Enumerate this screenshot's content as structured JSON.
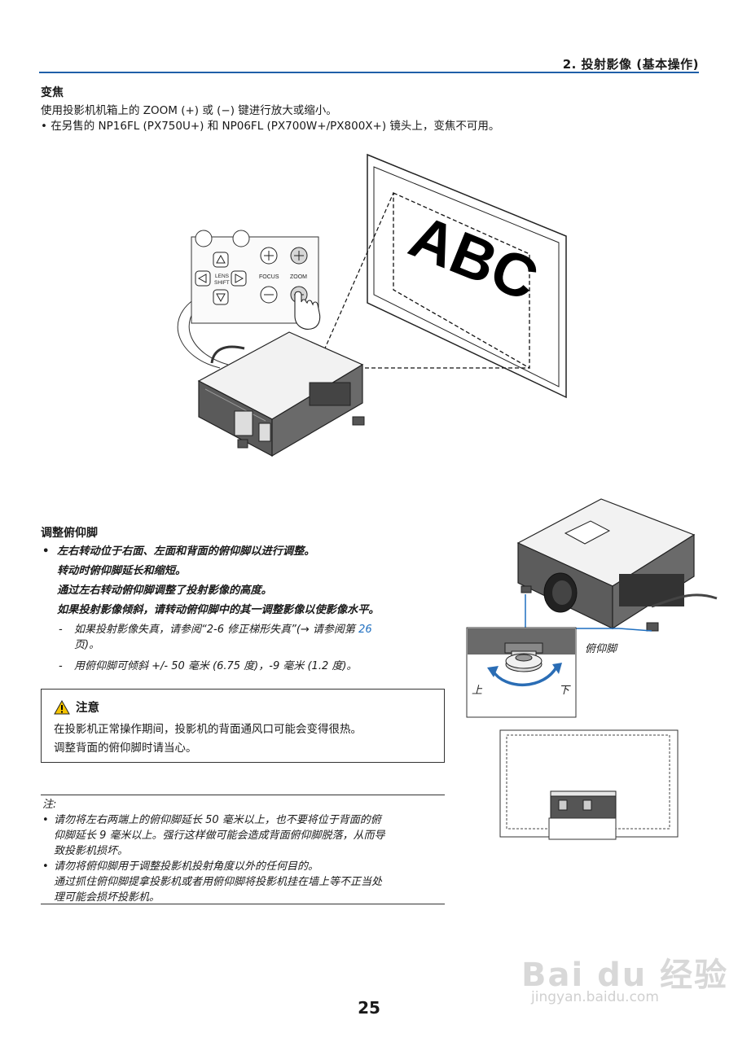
{
  "header": {
    "chapter": "2. 投射影像 (基本操作)"
  },
  "zoom": {
    "heading": "变焦",
    "line1": "使用投影机机箱上的 ZOOM (+) 或 (−) 键进行放大或缩小。",
    "line2": "• 在另售的 NP16FL (PX750U+) 和 NP06FL (PX700W+/PX800X+) 镜头上，变焦不可用。",
    "figure": {
      "screen_text": "ABC",
      "lens_label_1": "LENS",
      "lens_label_2": "SHIFT",
      "focus_label": "FOCUS",
      "zoom_label": "ZOOM"
    }
  },
  "tilt": {
    "heading": "调整俯仰脚",
    "bullet": "•",
    "steps": [
      "左右转动位于右面、左面和背面的俯仰脚以进行调整。",
      "转动时俯仰脚延长和缩短。",
      "通过左右转动俯仰脚调整了投射影像的高度。",
      "如果投射影像倾斜，请转动俯仰脚中的其一调整影像以使影像水平。"
    ],
    "sub1_a": "如果投射影像失真，请参阅“2-6 修正梯形失真”(→ 请参阅第 ",
    "sub1_link": "26",
    "sub1_b": "页)。",
    "sub2": "用俯仰脚可倾斜 +/- 50 毫米 (6.75 度)，-9 毫米 (1.2 度)。",
    "dash": "-",
    "figure": {
      "foot_label": "俯仰脚",
      "up_label": "上",
      "down_label": "下"
    }
  },
  "caution": {
    "title": "注意",
    "line1": "在投影机正常操作期间，投影机的背面通风口可能会变得很热。",
    "line2": "调整背面的俯仰脚时请当心。"
  },
  "notes": {
    "title": "注:",
    "items": [
      {
        "l1": "请勿将左右两端上的俯仰脚延长 50 毫米以上，也不要将位于背面的俯",
        "l2": "仰脚延长 9 毫米以上。强行这样做可能会造成背面俯仰脚脱落，从而导",
        "l3": "致投影机损坏。"
      },
      {
        "l1": "请勿将俯仰脚用于调整投影机投射角度以外的任何目的。",
        "l2": "通过抓住俯仰脚提拿投影机或者用俯仰脚将投影机挂在墙上等不正当处",
        "l3": "理可能会损坏投影机。"
      }
    ]
  },
  "page_number": "25",
  "watermark": {
    "brand": "Bai du 经验",
    "url": "jingyan.baidu.com"
  },
  "colors": {
    "accent": "#1f5fa8",
    "link": "#1f6fc0",
    "arrow": "#2a6db5",
    "warning": "#f5c400"
  }
}
